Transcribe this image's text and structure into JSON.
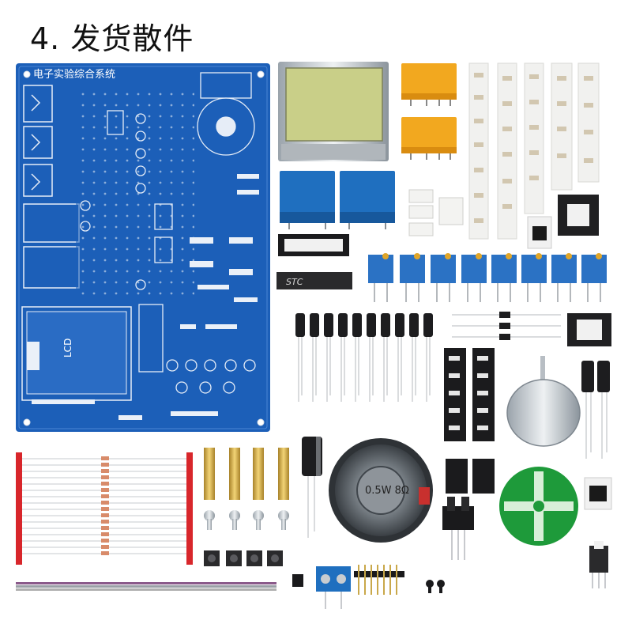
{
  "page": {
    "title": "4. 发货散件"
  },
  "pcb": {
    "title": "电子实验综合系统",
    "lcd_label": "LCD"
  },
  "chip": {
    "label": "STC"
  },
  "speaker": {
    "label": "0.5W 8Ω"
  },
  "colors": {
    "pcb_blue": "#1c5fb8",
    "lcd_yellow_green": "#c9cf88",
    "relay_orange": "#f2a81f",
    "relay_blue": "#1f6fbf",
    "trimpot_blue": "#2b72c4",
    "disc_green": "#1e9a3a",
    "header_red": "#d8262b"
  }
}
